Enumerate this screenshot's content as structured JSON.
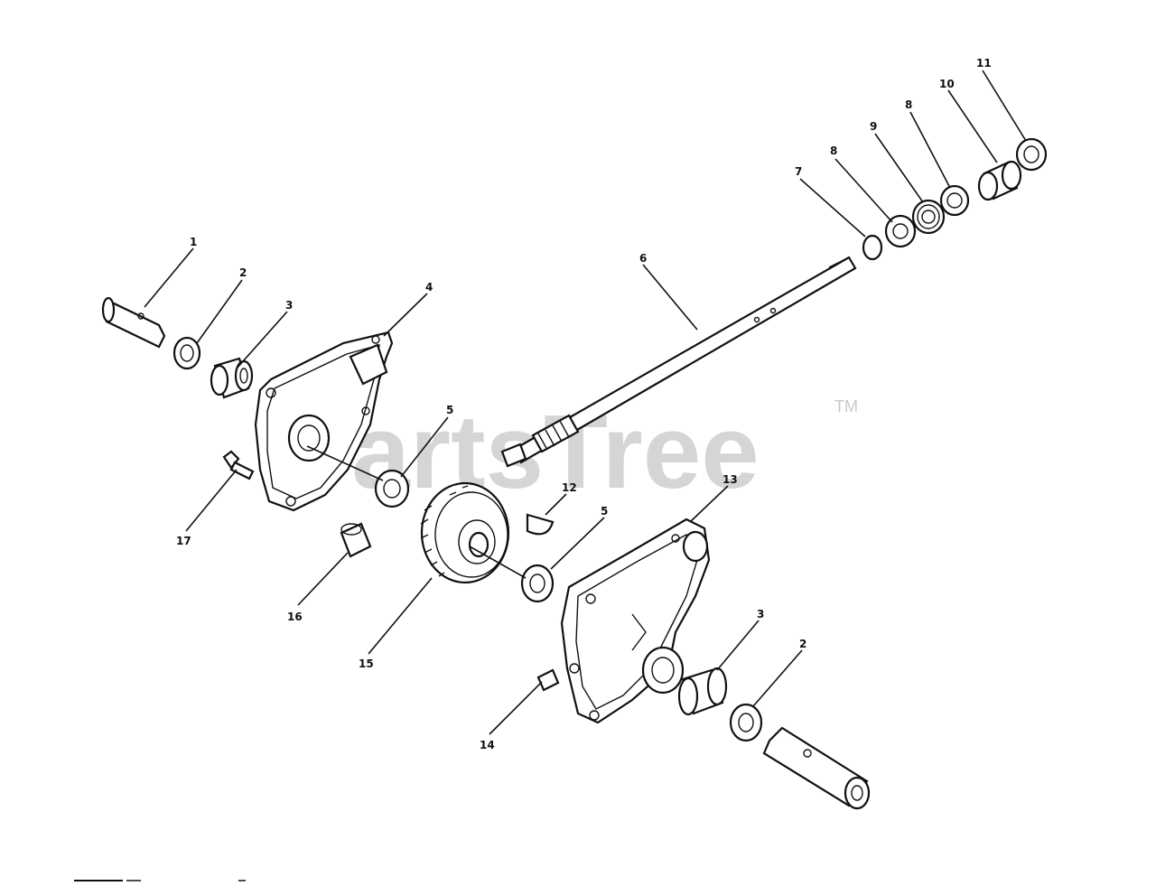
{
  "watermark": {
    "text": "PartsTree",
    "trademark": "TM"
  },
  "callouts": {
    "c1": "1",
    "c2a": "2",
    "c3a": "3",
    "c4": "4",
    "c5a": "5",
    "c6": "6",
    "c7": "7",
    "c8a": "8",
    "c9": "9",
    "c8b": "8",
    "c10": "10",
    "c11": "11",
    "c12": "12",
    "c13": "13",
    "c5b": "5",
    "c17": "17",
    "c16": "16",
    "c15": "15",
    "c3b": "3",
    "c2b": "2",
    "c14": "14"
  }
}
